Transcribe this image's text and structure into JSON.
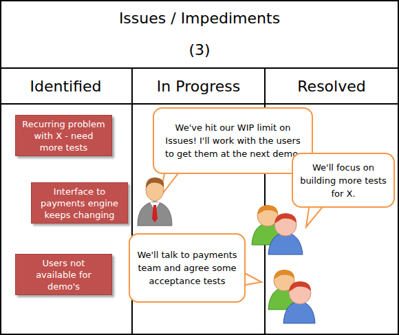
{
  "diagram": {
    "title": "Issues / Impediments",
    "nodes": [
      {
        "text": [
          "Identified"
        ]
      },
      {
        "text": [
          "In Progress"
        ]
      },
      {
        "text": [
          "Resolved"
        ]
      },
      {
        "text": [
          "Recurring problem with X - need more tests"
        ],
        "in": 0
      },
      {
        "text": [
          "Interface to payments engine keeps changing"
        ],
        "in": 0
      },
      {
        "text": [
          "Users not available for demo's"
        ],
        "in": 0
      },
      {
        "text": [
          "We've hit our WIP limit on Issues! I'll work with the users to get them at the next demo."
        ]
      },
      {
        "text": [
          "We'll focus on building more tests for X."
        ]
      },
      {
        "text": [
          "We'll talk to payments team and agree some acceptance tests"
        ]
      }
    ],
    "labels": [
      "(3)"
    ]
  }
}
